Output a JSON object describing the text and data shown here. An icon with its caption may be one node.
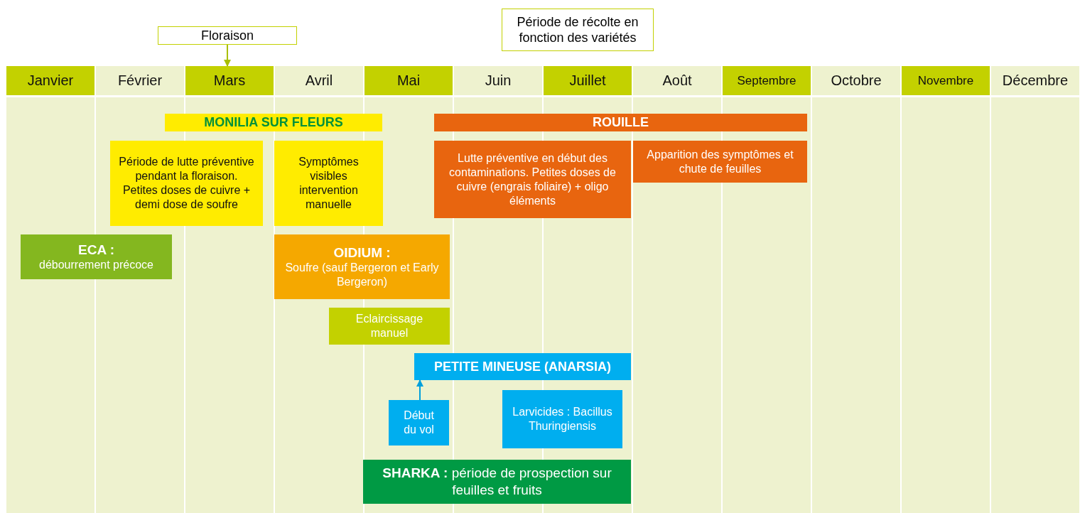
{
  "diagram": {
    "nodes": [
      {
        "text": [
          "Janvier"
        ]
      },
      {
        "text": [
          "Février"
        ]
      },
      {
        "text": [
          "Mars"
        ]
      },
      {
        "text": [
          "Avril"
        ]
      },
      {
        "text": [
          "Mai"
        ]
      },
      {
        "text": [
          "Juin"
        ]
      },
      {
        "text": [
          "Juillet"
        ]
      },
      {
        "text": [
          "Août"
        ]
      },
      {
        "text": [
          "Septembre"
        ]
      },
      {
        "text": [
          "Octobre"
        ]
      },
      {
        "text": [
          "Novembre"
        ]
      },
      {
        "text": [
          "Décembre"
        ]
      },
      {
        "text": [
          "Floraison"
        ]
      },
      {
        "text": [
          "Période de récolte en fonction des variétés"
        ]
      },
      {
        "text": [
          "MONILIA SUR FLEURS"
        ]
      },
      {
        "text": [
          "Période de lutte préventive pendant la floraison. Petites doses de cuivre + demi dose de soufre"
        ]
      },
      {
        "text": [
          "Symptômes visibles intervention manuelle"
        ]
      },
      {
        "text": [
          "ROUILLE"
        ]
      },
      {
        "text": [
          "Lutte préventive en début des contaminations. Petites doses de cuivre (engrais foliaire) + oligo éléments"
        ]
      },
      {
        "text": [
          "Apparition des symptômes et chute de feuilles"
        ]
      },
      {
        "text": [
          "ECA :",
          "débourrement précoce"
        ]
      },
      {
        "text": [
          "OIDIUM :",
          "Soufre (sauf Bergeron et Early Bergeron)"
        ]
      },
      {
        "text": [
          "Eclaircissage manuel"
        ]
      },
      {
        "text": [
          "PETITE MINEUSE (ANARSIA)"
        ]
      },
      {
        "text": [
          "Début du vol"
        ]
      },
      {
        "text": [
          "Larvicides : Bacillus Thuringiensis"
        ]
      },
      {
        "text": [
          "**SHARKA :** période de prospection sur feuilles et fruits"
        ]
      }
    ],
    "edges": [
      {
        "from": 12,
        "to": 2,
        "arrow": "to",
        "color": "#a9bf00"
      },
      {
        "from": 24,
        "to": 23,
        "arrow": "to",
        "color": "#00a0dc"
      }
    ]
  }
}
